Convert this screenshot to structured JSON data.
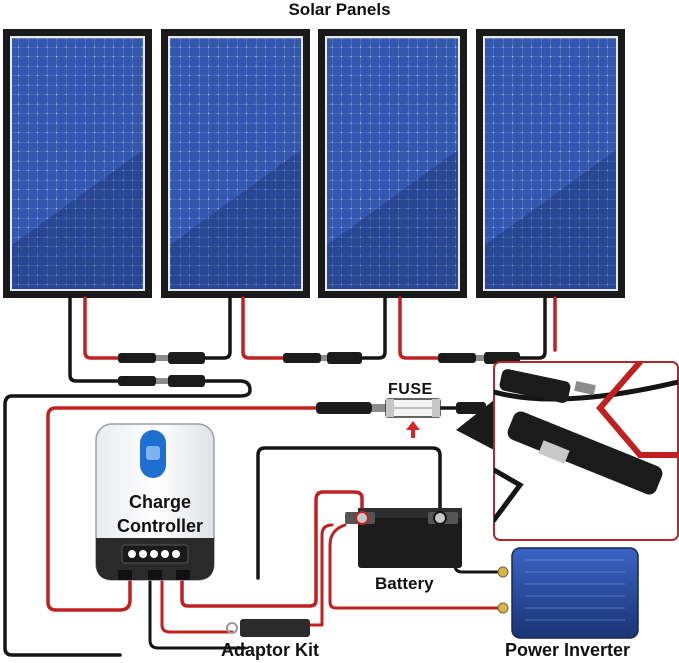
{
  "title": "Solar Panels",
  "fuse_label": "FUSE",
  "controller": {
    "line1": "Charge",
    "line2": "Controller"
  },
  "battery_label": "Battery",
  "adaptor_label": "Adaptor Kit",
  "inverter_label": "Power Inverter",
  "colors": {
    "panel_cell": "#2f53a8",
    "panel_frame": "#1a1a1a",
    "positive_wire": "#c0201f",
    "negative_wire": "#151515",
    "controller_accent": "#1e6fd0",
    "inverter_body": "#1d3f8c",
    "fuse_arrow": "#d9262a"
  }
}
